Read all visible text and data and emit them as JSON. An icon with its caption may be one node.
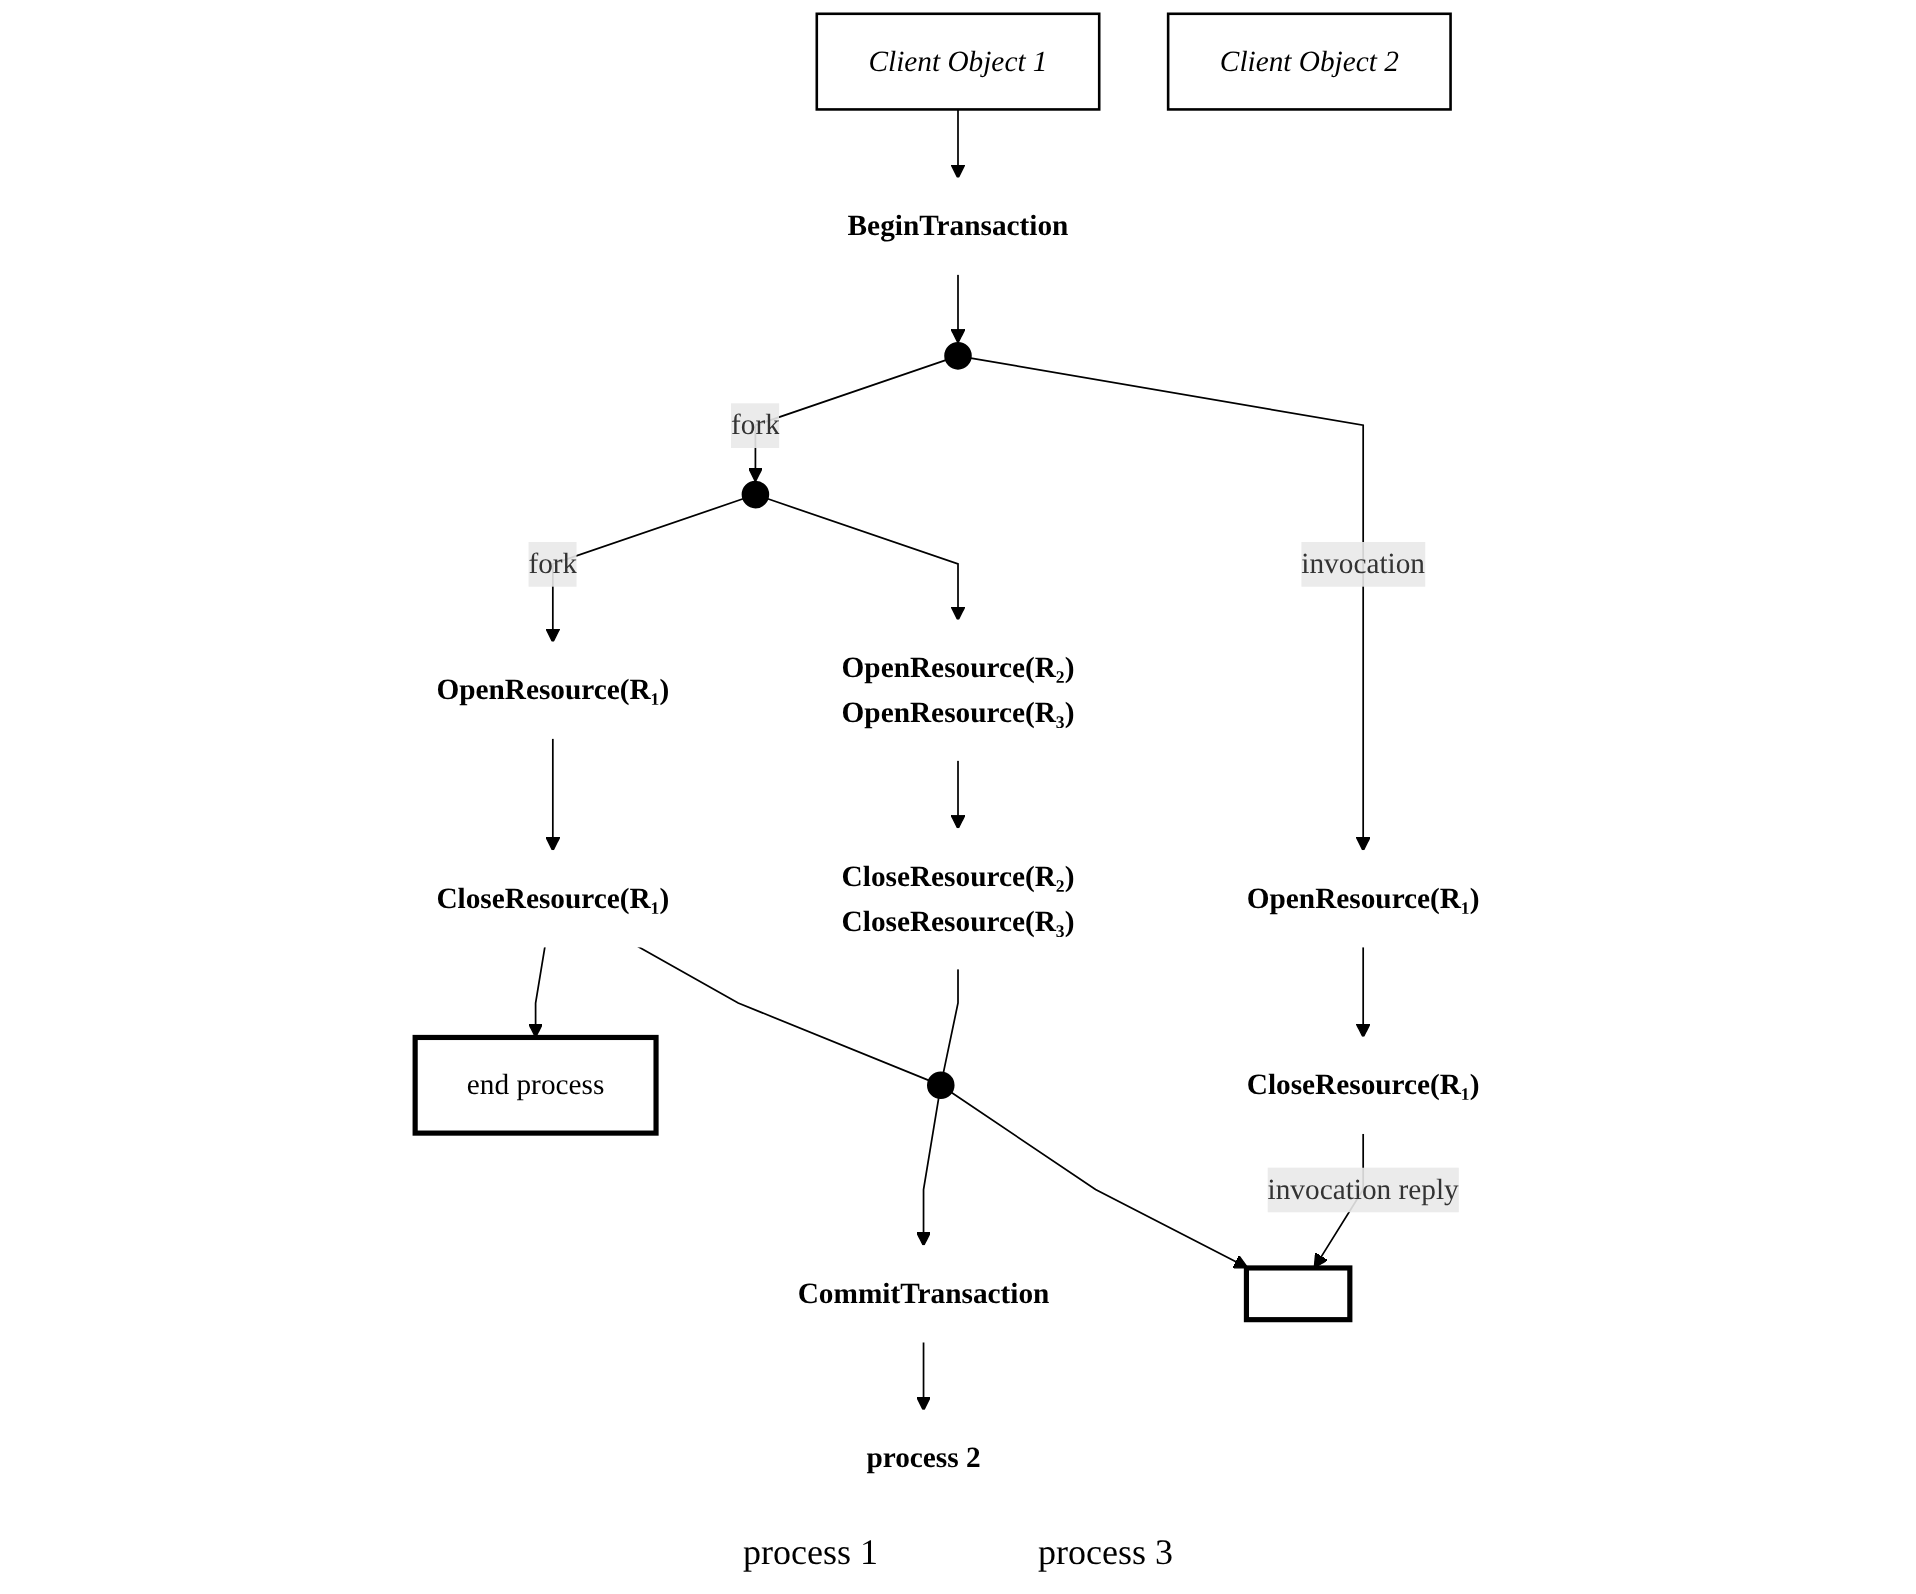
{
  "diagram": {
    "nodes": [
      {
        "text": [
          "Client Object 1"
        ]
      },
      {
        "text": [
          "Client Object 2"
        ]
      },
      {
        "text": [
          "BeginTransaction"
        ]
      },
      {
        "text": [],
        "shape": "circle"
      },
      {
        "text": [],
        "shape": "circle"
      },
      {
        "text": [
          "OpenResource(R₁)"
        ]
      },
      {
        "text": [
          "OpenResource(R₂)",
          "OpenResource(R₃)"
        ]
      },
      {
        "text": [
          "OpenResource(R₁)"
        ]
      },
      {
        "text": [
          "CloseResource(R₁)"
        ]
      },
      {
        "text": [
          "CloseResource(R₂)",
          "CloseResource(R₃)"
        ]
      },
      {
        "text": [
          "CloseResource(R₁)"
        ]
      },
      {
        "text": [
          "end process"
        ]
      },
      {
        "text": [],
        "shape": "circle"
      },
      {
        "text": [],
        "shape": "bar"
      },
      {
        "text": [
          "CommitTransaction"
        ]
      },
      {
        "text": [
          "process 2"
        ]
      }
    ],
    "edges": [
      {
        "from": 0,
        "to": 2,
        "arrow": "to"
      },
      {
        "from": 2,
        "to": 3,
        "arrow": "to"
      },
      {
        "from": 3,
        "to": 4,
        "arrow": "to",
        "label": "fork"
      },
      {
        "from": 3,
        "to": 7,
        "arrow": "to",
        "label": "invocation"
      },
      {
        "from": 4,
        "to": 5,
        "arrow": "to",
        "label": "fork"
      },
      {
        "from": 4,
        "to": 6,
        "arrow": "to"
      },
      {
        "from": 5,
        "to": 8,
        "arrow": "to"
      },
      {
        "from": 6,
        "to": 9,
        "arrow": "to"
      },
      {
        "from": 7,
        "to": 10,
        "arrow": "to"
      },
      {
        "from": 8,
        "to": 11,
        "arrow": "to"
      },
      {
        "from": 8,
        "to": 12,
        "arrow": "none"
      },
      {
        "from": 9,
        "to": 12,
        "arrow": "none"
      },
      {
        "from": 12,
        "to": 14,
        "arrow": "to"
      },
      {
        "from": 12,
        "to": 13,
        "arrow": "to"
      },
      {
        "from": 10,
        "to": 13,
        "arrow": "to",
        "label": "invocation reply"
      },
      {
        "from": 14,
        "to": 15,
        "arrow": "to"
      }
    ],
    "labels": [
      "process 1",
      "process 3"
    ]
  }
}
